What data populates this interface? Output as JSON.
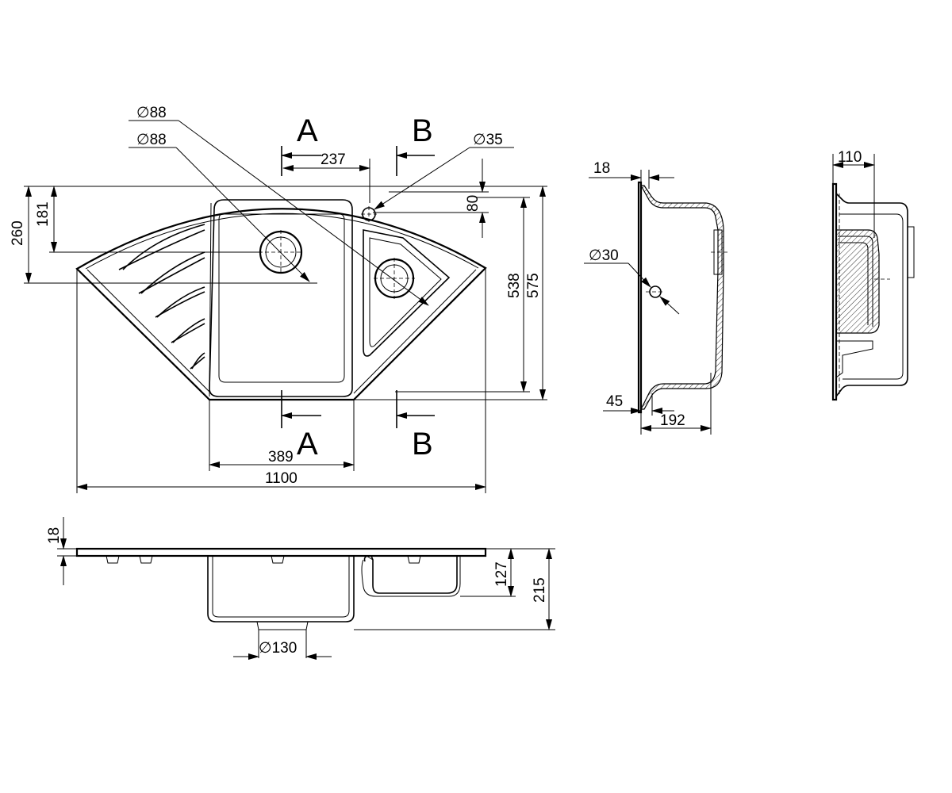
{
  "dimensions": {
    "dia_88_a": "88",
    "dia_88_b": "88",
    "dia_35": "35",
    "dia_30": "30",
    "dia_130": "130",
    "d237": "237",
    "d80": "80",
    "d260": "260",
    "d181": "181",
    "d538": "538",
    "d575": "575",
    "d389": "389",
    "d1100": "1100",
    "d18_side": "18",
    "d45": "45",
    "d192": "192",
    "d110": "110",
    "d18_front": "18",
    "d127": "127",
    "d215": "215"
  },
  "sections": {
    "a_top": "A",
    "a_bottom": "A",
    "b_top": "B",
    "b_bottom": "B"
  },
  "diameter_symbol": "∅"
}
